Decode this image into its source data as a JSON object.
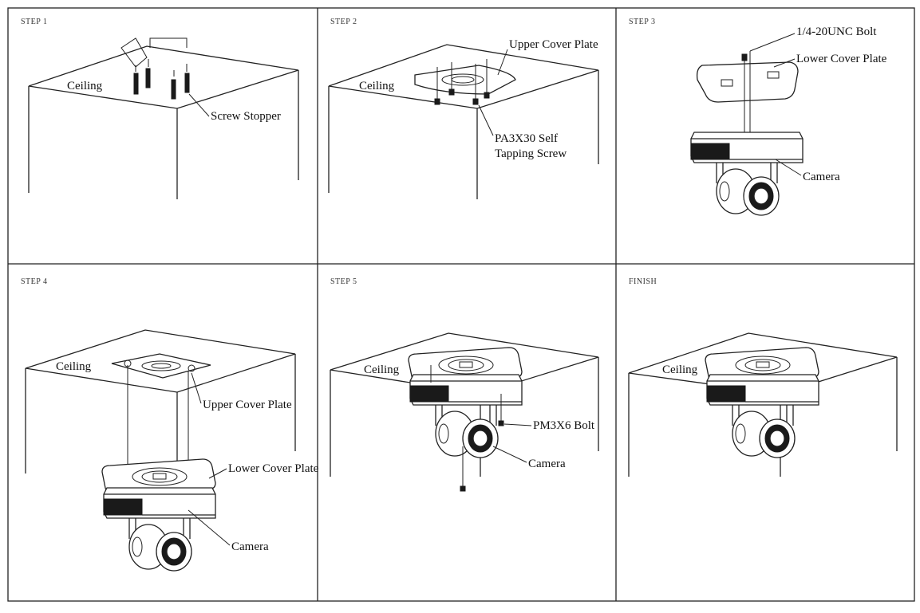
{
  "panels": [
    {
      "title": "STEP 1",
      "labels": {
        "ceiling": "Ceiling",
        "screw_stopper": "Screw Stopper"
      }
    },
    {
      "title": "STEP 2",
      "labels": {
        "ceiling": "Ceiling",
        "upper_cover_plate": "Upper Cover Plate",
        "self_tapping_screw_line1": "PA3X30 Self",
        "self_tapping_screw_line2": "Tapping Screw"
      }
    },
    {
      "title": "STEP 3",
      "labels": {
        "bolt": "1/4-20UNC Bolt",
        "lower_cover_plate": "Lower Cover Plate",
        "camera": "Camera"
      }
    },
    {
      "title": "STEP 4",
      "labels": {
        "ceiling": "Ceiling",
        "upper_cover_plate": "Upper Cover Plate",
        "lower_cover_plate": "Lower Cover Plate",
        "camera": "Camera"
      }
    },
    {
      "title": "STEP 5",
      "labels": {
        "ceiling": "Ceiling",
        "bolt": "PM3X6 Bolt",
        "camera": "Camera"
      }
    },
    {
      "title": "FINISH",
      "labels": {
        "ceiling": "Ceiling"
      }
    }
  ]
}
